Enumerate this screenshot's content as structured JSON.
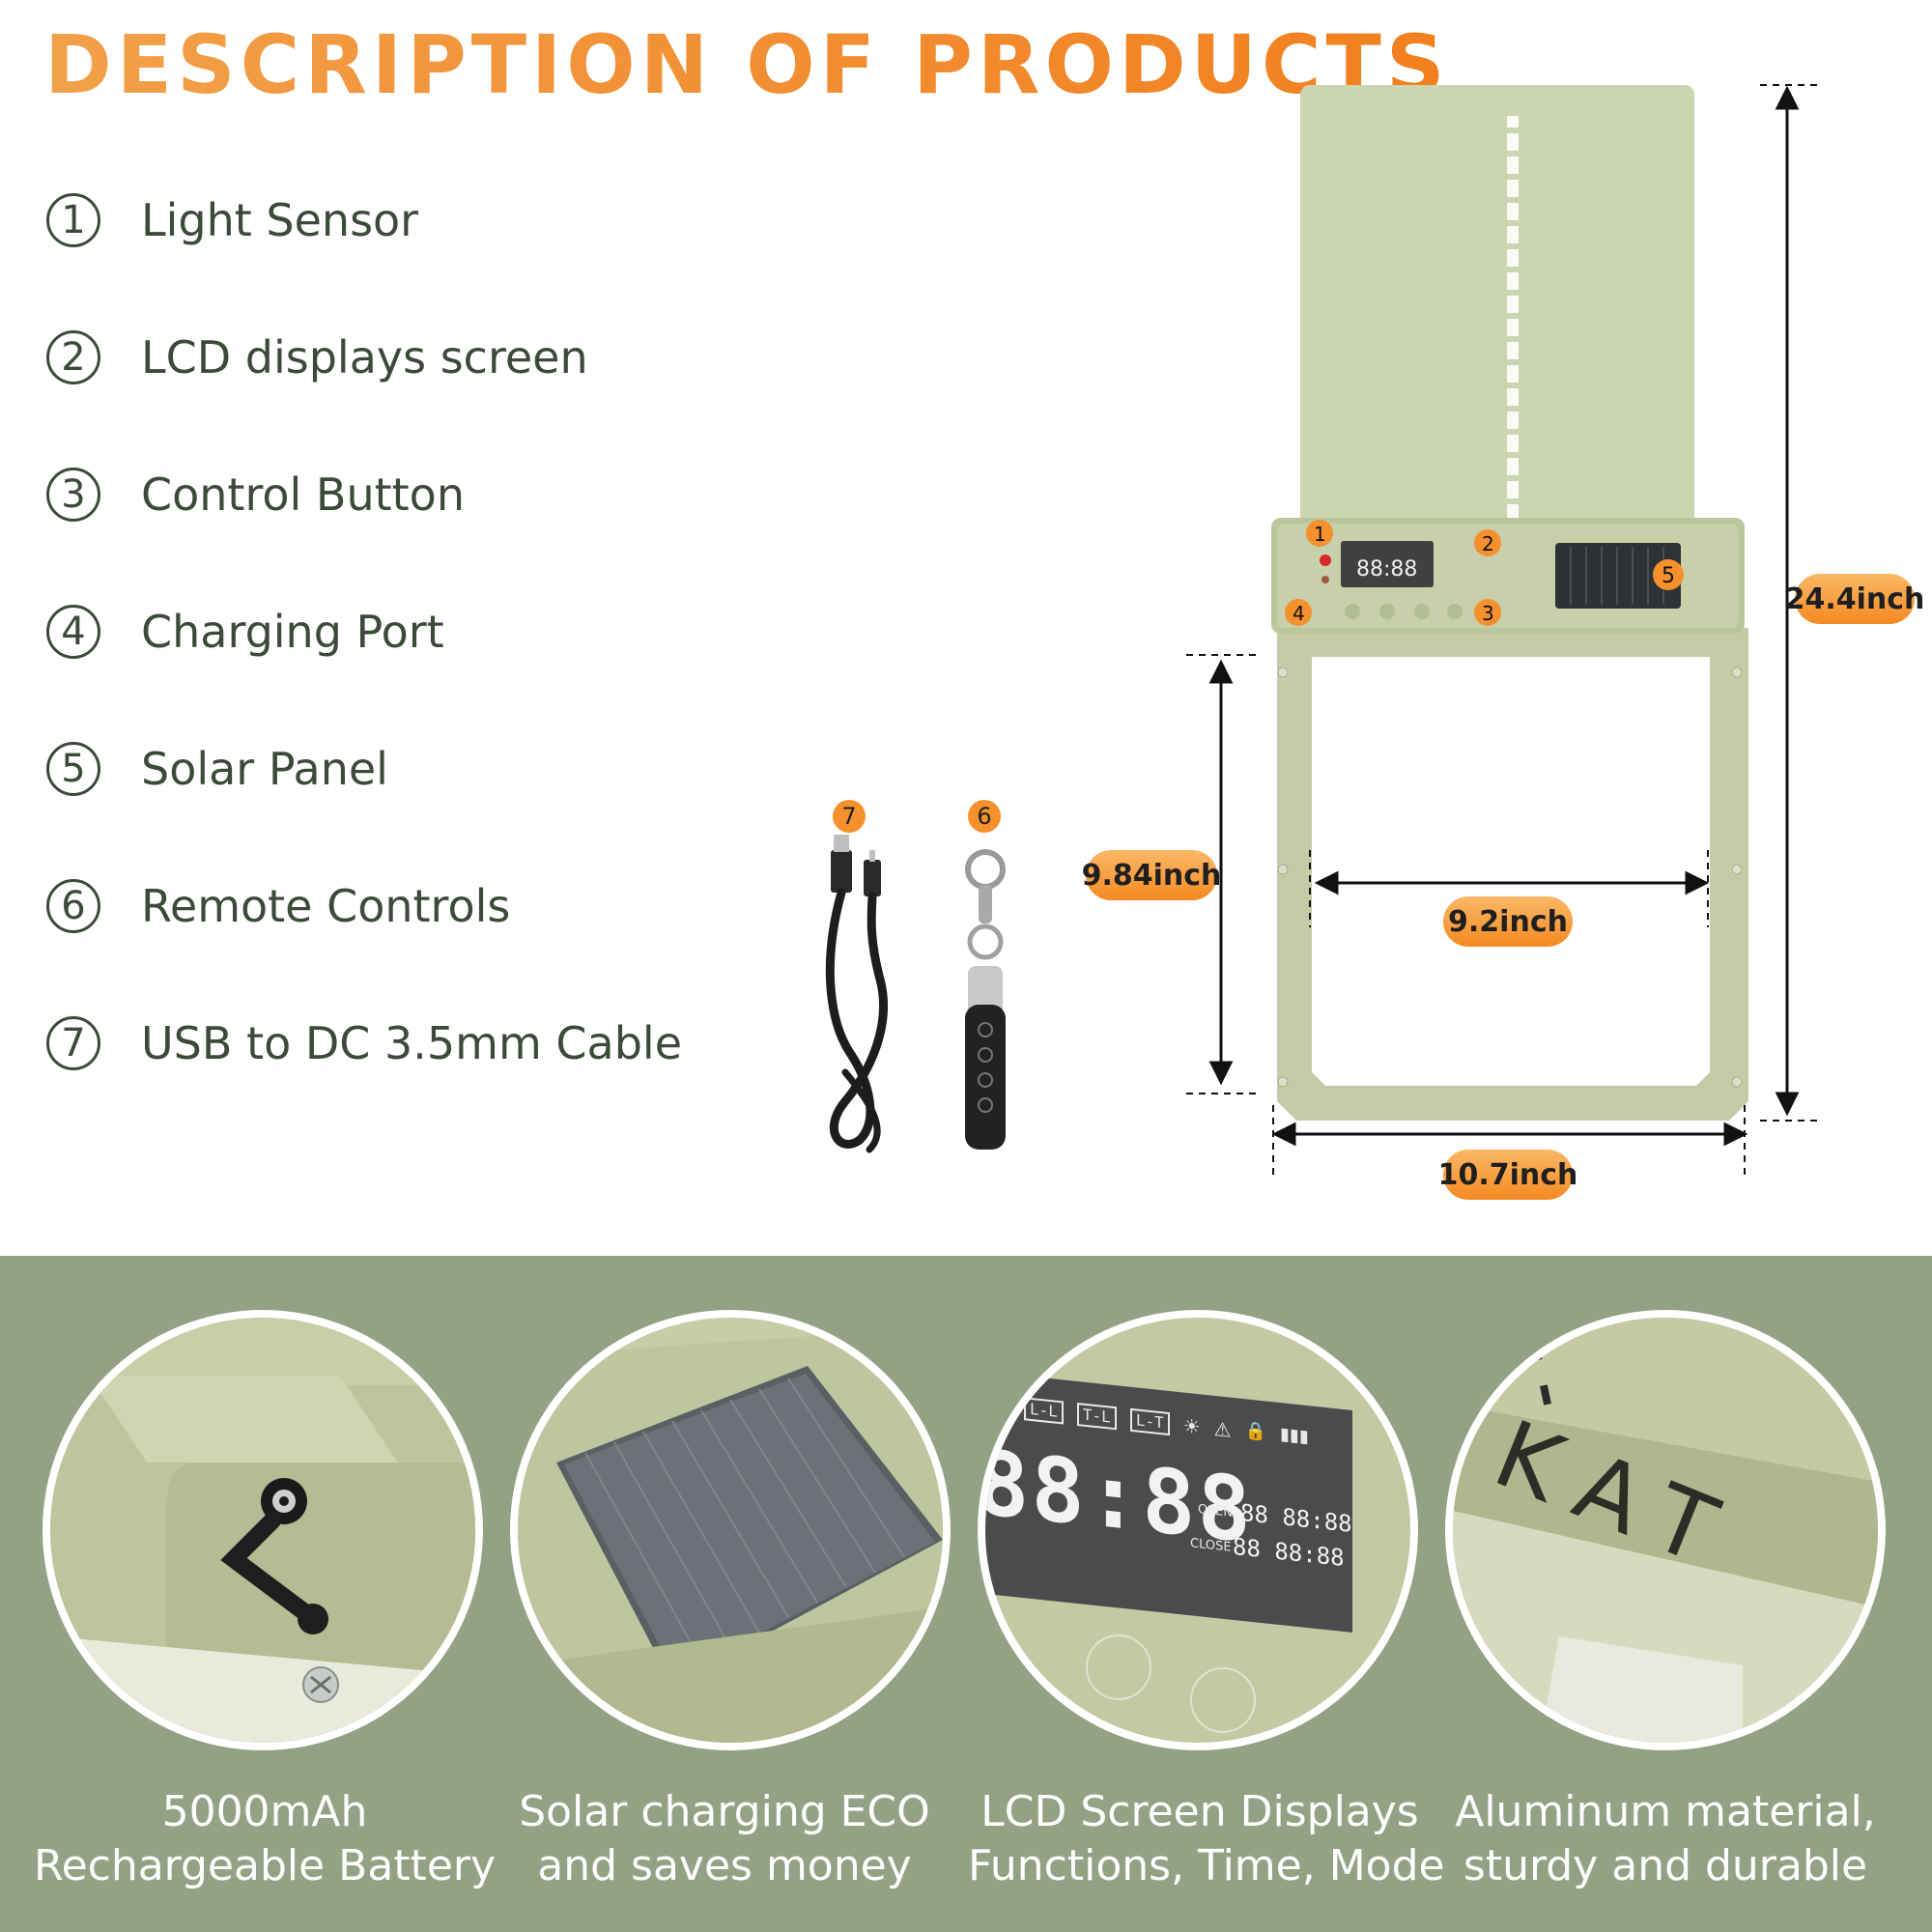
{
  "title": "DESCRIPTION OF PRODUCTS",
  "parts": [
    {
      "num": "1",
      "label": "Light Sensor"
    },
    {
      "num": "2",
      "label": "LCD displays screen"
    },
    {
      "num": "3",
      "label": "Control Button"
    },
    {
      "num": "4",
      "label": "Charging Port"
    },
    {
      "num": "5",
      "label": "Solar Panel"
    },
    {
      "num": "6",
      "label": "Remote Controls"
    },
    {
      "num": "7",
      "label": "USB to DC 3.5mm Cable"
    }
  ],
  "dimensions": {
    "height": "24.4inch",
    "opening_height": "9.84inch",
    "opening_width": "9.2inch",
    "width": "10.7inch"
  },
  "lcd": {
    "mode_labels": [
      "L-L",
      "T-L",
      "L-T"
    ],
    "time": "88:88",
    "open_label": "OPEN",
    "close_label": "CLOSE",
    "open_time": "88 88:88",
    "close_time": "88 88:88"
  },
  "brand_text": "KAT",
  "features": [
    {
      "line1": "5000mAh",
      "line2": "Rechargeable Battery"
    },
    {
      "line1": "Solar charging ECO",
      "line2": "and saves money"
    },
    {
      "line1": "LCD Screen Displays",
      "line2": "Functions, Time, Mode"
    },
    {
      "line1": "Aluminum material,",
      "line2": "sturdy and durable"
    }
  ],
  "colors": {
    "title_orange": "#f08a2c",
    "badge_orange": "#f58a22",
    "product_green": "#c9d3ad",
    "bottom_band": "#93a184",
    "text_dark": "#3c4a3a"
  }
}
